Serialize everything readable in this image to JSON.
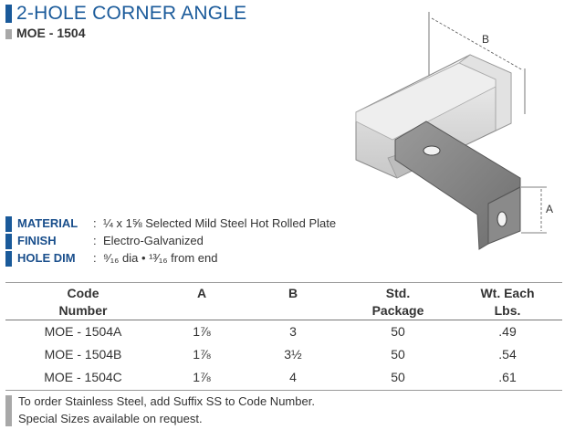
{
  "header": {
    "title": "2-HOLE CORNER ANGLE",
    "code": "MOE - 1504"
  },
  "illustration": {
    "dim_a": "A",
    "dim_b": "B"
  },
  "specs": [
    {
      "label": "MATERIAL",
      "colon": ":",
      "value": "¼ x 1⅝ Selected Mild Steel Hot Rolled Plate"
    },
    {
      "label": "FINISH",
      "colon": ":",
      "value": "Electro-Galvanized"
    },
    {
      "label": "HOLE DIM",
      "colon": ":",
      "value": "⁹⁄₁₆ dia  •  ¹³⁄₁₆ from end"
    }
  ],
  "table": {
    "headers": {
      "code_line1": "Code",
      "code_line2": "Number",
      "a": "A",
      "b": "B",
      "pkg_line1": "Std.",
      "pkg_line2": "Package",
      "wt_line1": "Wt. Each",
      "wt_line2": "Lbs."
    },
    "rows": [
      {
        "code": "MOE - 1504A",
        "a": "1⅞",
        "b": "3",
        "pkg": "50",
        "wt": ".49"
      },
      {
        "code": "MOE - 1504B",
        "a": "1⅞",
        "b": "3½",
        "pkg": "50",
        "wt": ".54"
      },
      {
        "code": "MOE - 1504C",
        "a": "1⅞",
        "b": "4",
        "pkg": "50",
        "wt": ".61"
      }
    ]
  },
  "notes": {
    "line1": "To order Stainless Steel, add Suffix SS to Code Number.",
    "line2": "Special Sizes available on request."
  },
  "colors": {
    "accent": "#1a5a9a",
    "gray_bar": "#a8a8a8"
  }
}
